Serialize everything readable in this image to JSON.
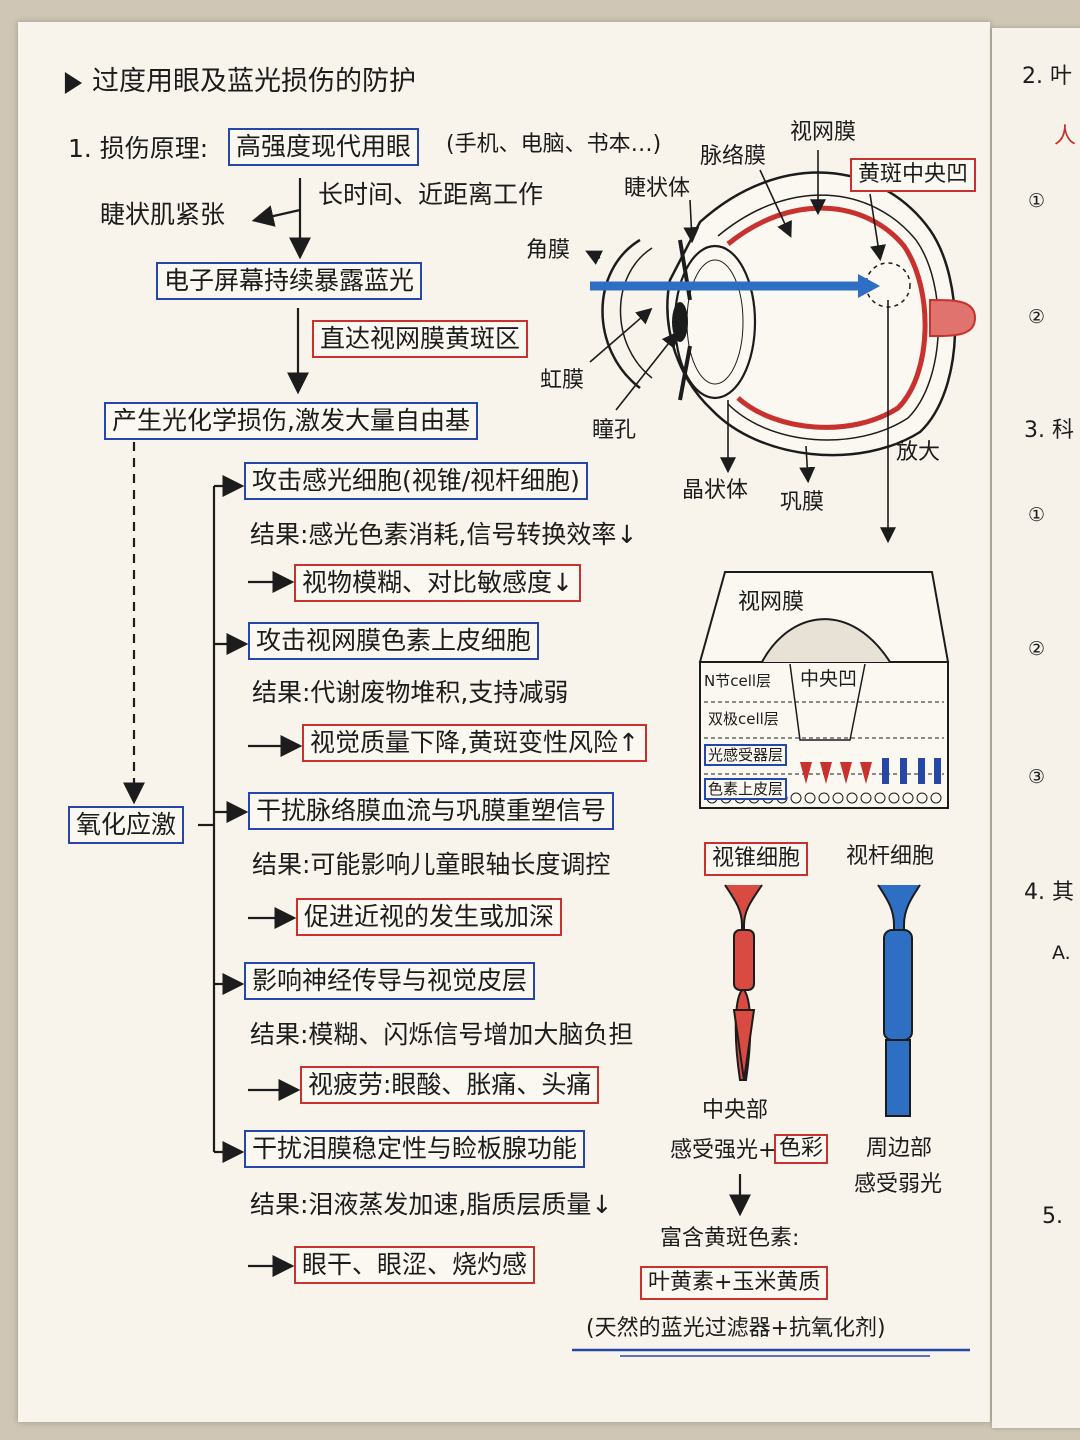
{
  "title": "过度用眼及蓝光损伤的防护",
  "section1": {
    "heading": "1. 损伤原理:",
    "source_box": "高强度现代用眼",
    "source_note": "(手机、电脑、书本…)",
    "side_left": "睫状肌紧张",
    "side_right": "长时间、近距离工作",
    "screen_box": "电子屏幕持续暴露蓝光",
    "reach_box": "直达视网膜黄斑区",
    "damage_box": "产生光化学损伤,激发大量自由基",
    "stress_box": "氧化应激"
  },
  "effects": [
    {
      "cause": "攻击感光细胞(视锥/视杆细胞)",
      "result": "结果:感光色素消耗,信号转换效率↓",
      "outcome": "视物模糊、对比敏感度↓"
    },
    {
      "cause": "攻击视网膜色素上皮细胞",
      "result": "结果:代谢废物堆积,支持减弱",
      "outcome": "视觉质量下降,黄斑变性风险↑"
    },
    {
      "cause": "干扰脉络膜血流与巩膜重塑信号",
      "result": "结果:可能影响儿童眼轴长度调控",
      "outcome": "促进近视的发生或加深"
    },
    {
      "cause": "影响神经传导与视觉皮层",
      "result": "结果:模糊、闪烁信号增加大脑负担",
      "outcome": "视疲劳:眼酸、胀痛、头痛"
    },
    {
      "cause": "干扰泪膜稳定性与睑板腺功能",
      "result": "结果:泪液蒸发加速,脂质层质量↓",
      "outcome": "眼干、眼涩、烧灼感"
    }
  ],
  "eye_labels": {
    "retina": "视网膜",
    "choroid": "脉络膜",
    "ciliary": "睫状体",
    "fovea": "黄斑中央凹",
    "cornea": "角膜",
    "iris": "虹膜",
    "pupil": "瞳孔",
    "lens": "晶状体",
    "sclera": "巩膜",
    "magnify": "放大"
  },
  "retina_detail": {
    "title": "视网膜",
    "center": "中央凹",
    "layers": [
      "N节cell层",
      "双极cell层",
      "光感受器层",
      "色素上皮层"
    ]
  },
  "cells": {
    "cone": "视锥细胞",
    "rod": "视杆细胞",
    "cone_loc": "中央部",
    "cone_func_a": "感受强光+",
    "cone_func_b": "色彩",
    "rod_loc": "周边部",
    "rod_func": "感受弱光",
    "pigment_head": "富含黄斑色素:",
    "pigment_box": "叶黄素+玉米黄质",
    "pigment_note": "(天然的蓝光过滤器+抗氧化剂)"
  },
  "next_page": {
    "items": [
      "2. 叶",
      "人",
      "①",
      "②",
      "3. 科",
      "①",
      "②",
      "③",
      "4. 其",
      "A.",
      "5. "
    ]
  },
  "colors": {
    "blue": "#2747a8",
    "red": "#c8322e",
    "paper": "#f8f4ec"
  }
}
